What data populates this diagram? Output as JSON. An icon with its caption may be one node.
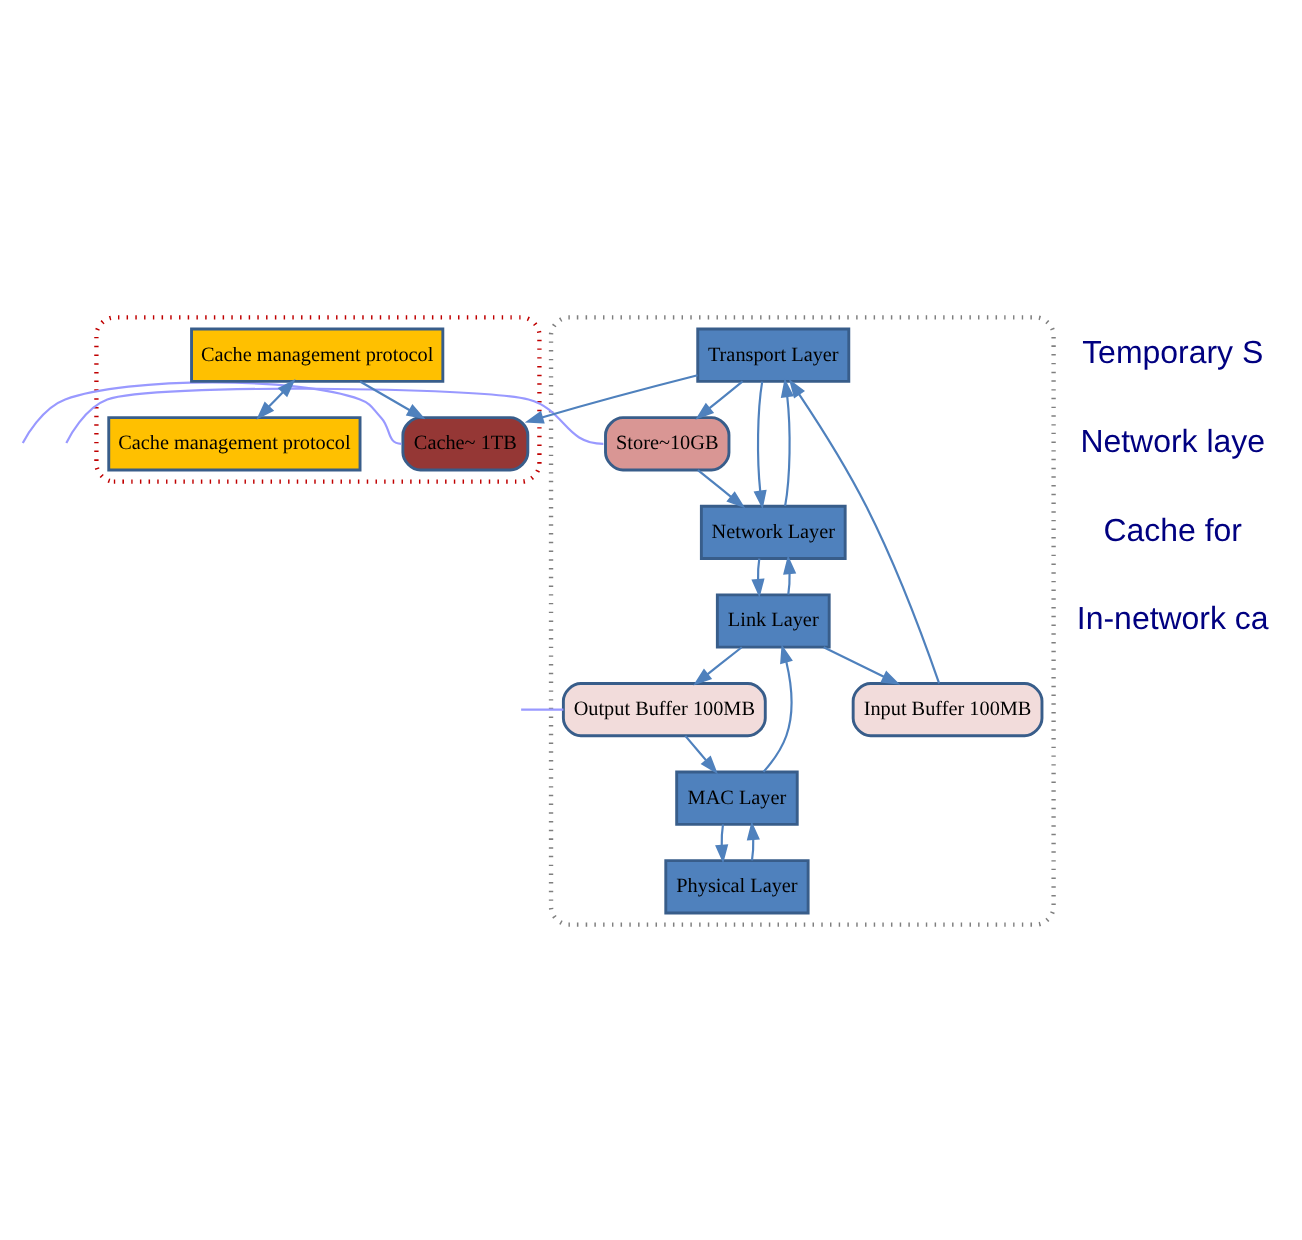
{
  "diagram": {
    "nodes": [
      {
        "text": [],
        "shape": "box"
      },
      {
        "text": [
          "Cache management protocol"
        ],
        "in": 0
      },
      {
        "text": [
          "Cache management protocol"
        ],
        "in": 0
      },
      {
        "text": [
          "Cache~ 1TB"
        ],
        "in": 0
      },
      {
        "text": [],
        "shape": "box"
      },
      {
        "text": [
          "Transport Layer"
        ],
        "in": 4
      },
      {
        "text": [
          "Store~10GB"
        ],
        "in": 4
      },
      {
        "text": [
          "Network Layer"
        ],
        "in": 4
      },
      {
        "text": [
          "Input Buffer 100MB"
        ],
        "in": 4
      },
      {
        "text": [
          "Link Layer"
        ],
        "in": 4
      },
      {
        "text": [
          "Output Buffer 100MB"
        ],
        "in": 4
      },
      {
        "text": [
          "MAC Layer"
        ],
        "in": 4
      },
      {
        "text": [
          "Physical Layer"
        ],
        "in": 4
      }
    ],
    "edges": [
      {
        "from": 1,
        "to": 2,
        "arrow": "both"
      },
      {
        "from": 1,
        "to": 3,
        "arrow": "to"
      },
      {
        "from": 5,
        "to": 3,
        "arrow": "to"
      },
      {
        "from": 5,
        "to": 6,
        "arrow": "to"
      },
      {
        "from": 8,
        "to": 5,
        "arrow": "to"
      },
      {
        "from": 6,
        "to": 7,
        "arrow": "to"
      },
      {
        "from": 5,
        "to": 7,
        "arrow": "to"
      },
      {
        "from": 7,
        "to": 5,
        "arrow": "to"
      },
      {
        "from": 7,
        "to": 9,
        "arrow": "to"
      },
      {
        "from": 9,
        "to": 7,
        "arrow": "to"
      },
      {
        "from": 9,
        "to": 8,
        "arrow": "to"
      },
      {
        "from": 9,
        "to": 10,
        "arrow": "to"
      },
      {
        "from": 10,
        "to": 11,
        "arrow": "to"
      },
      {
        "from": 11,
        "to": 9,
        "arrow": "to"
      },
      {
        "from": 11,
        "to": 12,
        "arrow": "to"
      },
      {
        "from": 12,
        "to": 11,
        "arrow": "to"
      },
      {
        "from": null,
        "to": 3,
        "arrow": "none",
        "color": "#9999ff"
      },
      {
        "from": null,
        "to": 6,
        "arrow": "none",
        "color": "#9999ff"
      },
      {
        "from": null,
        "to": 10,
        "arrow": "none",
        "color": "#9999ff"
      }
    ],
    "labels": [
      "Temporary S",
      "Network laye",
      "Cache for",
      "In-network ca"
    ]
  }
}
